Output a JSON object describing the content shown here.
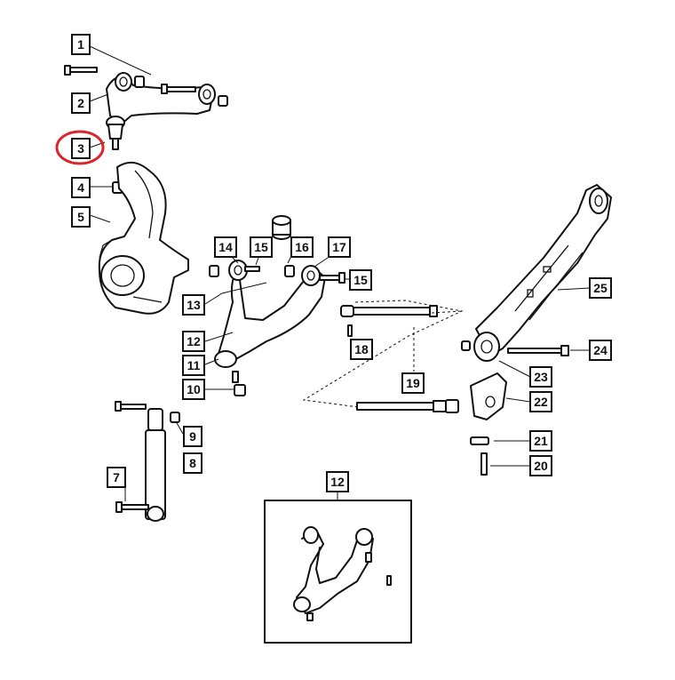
{
  "callouts": [
    {
      "id": "1",
      "label": "1"
    },
    {
      "id": "2",
      "label": "2"
    },
    {
      "id": "3",
      "label": "3"
    },
    {
      "id": "4",
      "label": "4"
    },
    {
      "id": "5",
      "label": "5"
    },
    {
      "id": "7",
      "label": "7"
    },
    {
      "id": "8",
      "label": "8"
    },
    {
      "id": "9",
      "label": "9"
    },
    {
      "id": "10",
      "label": "10"
    },
    {
      "id": "11",
      "label": "11"
    },
    {
      "id": "12",
      "label": "12"
    },
    {
      "id": "12b",
      "label": "12"
    },
    {
      "id": "13",
      "label": "13"
    },
    {
      "id": "14",
      "label": "14"
    },
    {
      "id": "15a",
      "label": "15"
    },
    {
      "id": "15b",
      "label": "15"
    },
    {
      "id": "16",
      "label": "16"
    },
    {
      "id": "17",
      "label": "17"
    },
    {
      "id": "18",
      "label": "18"
    },
    {
      "id": "19",
      "label": "19"
    },
    {
      "id": "20",
      "label": "20"
    },
    {
      "id": "21",
      "label": "21"
    },
    {
      "id": "22",
      "label": "22"
    },
    {
      "id": "23",
      "label": "23"
    },
    {
      "id": "24",
      "label": "24"
    },
    {
      "id": "25",
      "label": "25"
    }
  ],
  "highlight": {
    "callout": "3",
    "color": "#d9252b"
  }
}
